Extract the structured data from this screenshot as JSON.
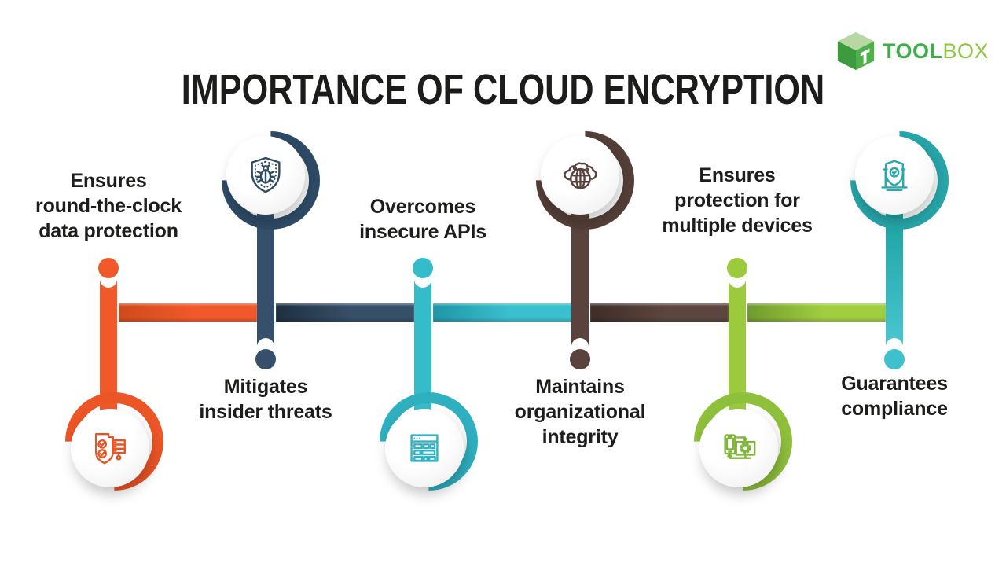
{
  "title": "IMPORTANCE OF CLOUD ENCRYPTION",
  "logo": {
    "tool": "TOOL",
    "box": "BOX",
    "cube_icon": "toolbox-cube-icon",
    "colors": {
      "tool": "#3fae49",
      "box": "#8cc63f",
      "cube_top": "#b7d8a5",
      "cube_left": "#3d9b3f",
      "cube_right": "#4fb14b"
    }
  },
  "timeline": {
    "type": "horizontal-alternating",
    "segment_colors": [
      "#f1592a",
      "#375069",
      "#39bfcd",
      "#5d463f",
      "#a0ce3e"
    ]
  },
  "nodes": [
    {
      "label": "Ensures round-the-clock data protection",
      "lines": [
        "Ensures",
        "round-the-clock",
        "data protection"
      ],
      "color": "#f1592a",
      "icon": "shield-checklist-database-icon",
      "orientation": "text-above-icon-below"
    },
    {
      "label": "Mitigates insider threats",
      "lines": [
        "Mitigates",
        "insider threats"
      ],
      "color": "#2e4b66",
      "icon": "bug-shield-icon",
      "orientation": "icon-above-text-below"
    },
    {
      "label": "Overcomes insecure APIs",
      "lines": [
        "Overcomes",
        "insecure APIs"
      ],
      "color": "#35bccb",
      "icon": "browser-window-icon",
      "orientation": "text-above-icon-below"
    },
    {
      "label": "Maintains organizational integrity",
      "lines": [
        "Maintains",
        "organizational",
        "integrity"
      ],
      "color": "#5a433c",
      "icon": "cloud-globe-icon",
      "orientation": "icon-above-text-below"
    },
    {
      "label": "Ensures protection for multiple devices",
      "lines": [
        "Ensures",
        "protection for",
        "multiple devices"
      ],
      "color": "#9cca3d",
      "icon": "device-sync-icon",
      "orientation": "text-above-icon-below"
    },
    {
      "label": "Guarantees compliance",
      "lines": [
        "Guarantees",
        "compliance"
      ],
      "color": "#2fafb6",
      "icon": "shield-monitor-icon",
      "orientation": "icon-above-text-below"
    }
  ]
}
